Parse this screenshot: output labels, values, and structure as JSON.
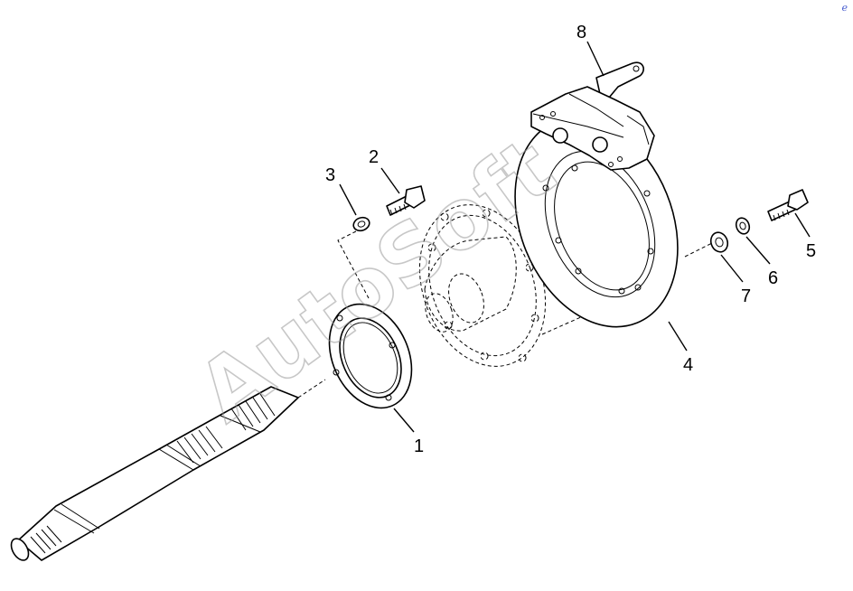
{
  "diagram": {
    "callouts": [
      {
        "id": "1",
        "label": "1",
        "part": "bearing-retainer-plate"
      },
      {
        "id": "2",
        "label": "2",
        "part": "bolt-short"
      },
      {
        "id": "3",
        "label": "3",
        "part": "washer-small"
      },
      {
        "id": "4",
        "label": "4",
        "part": "brake-backing-plate"
      },
      {
        "id": "5",
        "label": "5",
        "part": "bolt-long"
      },
      {
        "id": "6",
        "label": "6",
        "part": "lock-washer"
      },
      {
        "id": "7",
        "label": "7",
        "part": "flat-washer"
      },
      {
        "id": "8",
        "label": "8",
        "part": "brake-caliper-lever"
      }
    ]
  },
  "watermark": {
    "text": "AutoSoft"
  },
  "corner_mark": {
    "text": "ℯ"
  }
}
